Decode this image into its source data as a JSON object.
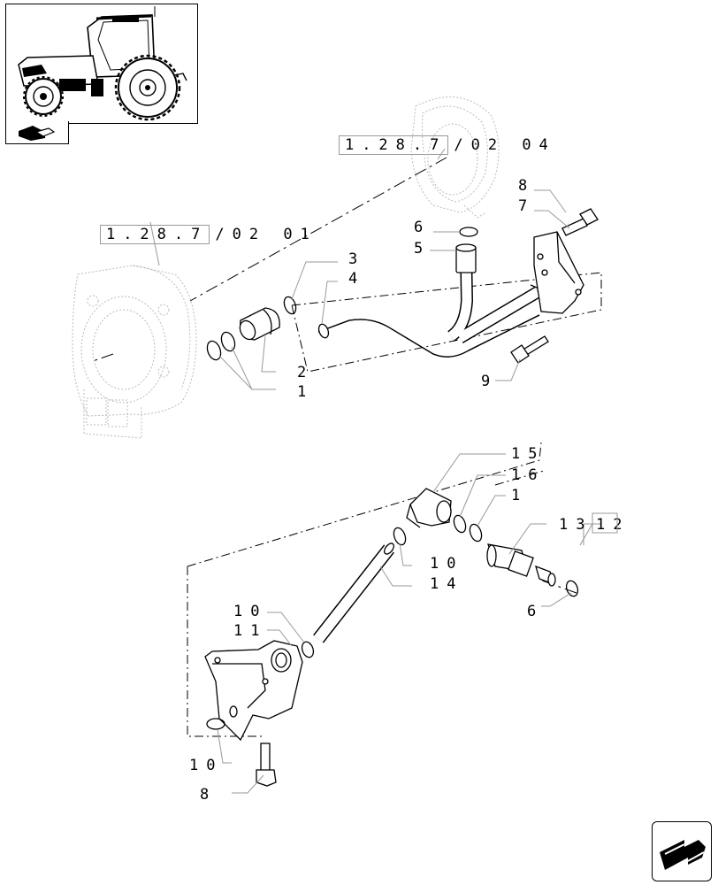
{
  "thumbnail": {
    "icon": "tractor-thumbnail-icon"
  },
  "navigation": {
    "back_icon": "back-arrow-icon",
    "next_icon": "next-arrow-icon"
  },
  "references": [
    {
      "id": "ref-upper",
      "prefix": "1.28.7",
      "suffix": "/02 04"
    },
    {
      "id": "ref-left",
      "prefix": "1.28.7",
      "suffix": "/02 01"
    }
  ],
  "callouts": {
    "c8a": "8",
    "c7": "7",
    "c6a": "6",
    "c5": "5",
    "c3": "3",
    "c4": "4",
    "c2": "2",
    "c1a": "1",
    "c9": "9",
    "c15": "15",
    "c16": "16",
    "c1b": "1",
    "c13": "13",
    "c12": "12",
    "c10a": "10",
    "c14": "14",
    "c6b": "6",
    "c10b": "10",
    "c11": "11",
    "c10c": "10",
    "c8b": "8"
  }
}
